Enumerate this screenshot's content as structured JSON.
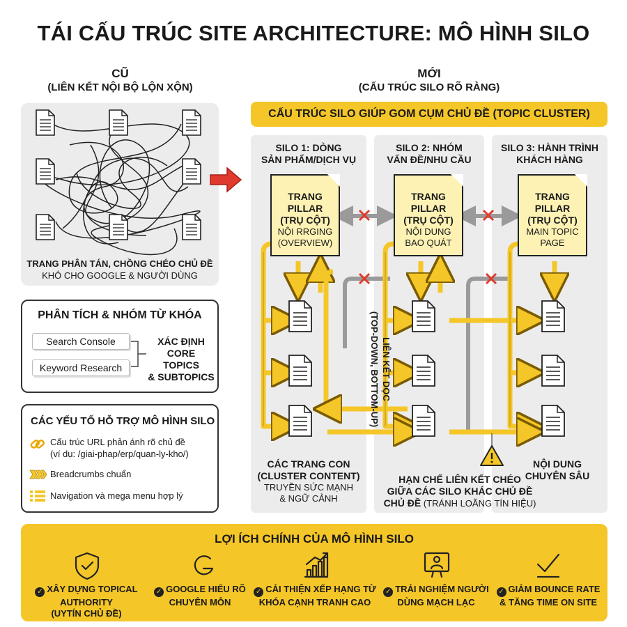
{
  "title": "TÁI CẤU TRÚC SITE ARCHITECTURE: MÔ HÌNH SILO",
  "old": {
    "heading": "CŨ",
    "subheading": "(LIÊN KẾT NỘI BỘ LỘN XỘN)",
    "caption_line1": "TRANG PHÂN TÁN, CHỒNG CHÉO CHỦ ĐỀ",
    "caption_line2": "KHÓ CHO GOOGLE & NGƯỜI DÙNG"
  },
  "keywords": {
    "heading": "PHÂN TÍCH & NHÓM TỪ KHÓA",
    "source1": "Search Console",
    "source2": "Keyword Research",
    "result_line1": "XÁC ĐỊNH",
    "result_line2": "CORE TOPICS",
    "result_line3": "& SUBTOPICS"
  },
  "support": {
    "heading": "CÁC YẾU TỐ HỖ TRỢ MÔ HÌNH SILO",
    "item1_line1": "Cấu trúc URL phản ánh rõ chủ đề",
    "item1_line2": "(ví dụ: /giai-phap/erp/quan-ly-kho/)",
    "item2": "Breadcrumbs chuẩn",
    "item3": "Navigation và mega menu hợp lý"
  },
  "new": {
    "heading": "MỚI",
    "subheading": "(CẤU TRÚC SILO RÕ RÀNG)",
    "banner": "CẤU TRÚC SILO GIÚP GOM CỤM CHỦ ĐỀ (TOPIC CLUSTER)"
  },
  "silos": [
    {
      "h1": "SILO 1: DÒNG",
      "h2": "SẢN PHẨM/DỊCH VỤ",
      "p1": "TRANG",
      "p2": "PILLAR",
      "p3": "(TRỤ CỘT)",
      "d1": "NỘI RRGING",
      "d2": "(OVERVIEW)"
    },
    {
      "h1": "SILO 2: NHÓM",
      "h2": "VẤN ĐỀ/NHU CẦU",
      "p1": "TRANG",
      "p2": "PILLAR",
      "p3": "(TRỤ CỘT)",
      "d1": "NỘI DUNG",
      "d2": "BAO QUÁT"
    },
    {
      "h1": "SILO 3: HÀNH TRÌNH",
      "h2": "KHÁCH HÀNG",
      "p1": "TRANG",
      "p2": "PILLAR",
      "p3": "(TRỤ CỘT)",
      "d1": "MAIN TOPIC",
      "d2": "PAGE"
    }
  ],
  "vertical_label_line1": "LIÊN KẾT DỌC",
  "vertical_label_line2": "(TOP-DOWN, BOTTOM-UP)",
  "cluster": {
    "l1": "CÁC TRANG CON",
    "l2": "(CLUSTER CONTENT)",
    "l3": "TRUYỀN SỨC MẠNH",
    "l4": "& NGỮ CẢNH"
  },
  "crosslink": {
    "l1": "HẠN CHẾ LIÊN KẾT CHÉO",
    "l2": "GIỮA CÁC SILO KHÁC CHỦ ĐỀ",
    "l3a": "CHỦ ĐỀ",
    "l3b": "(TRÁNH LOÃNG TÍN HIỆU)"
  },
  "deep": {
    "l1": "NỘI DUNG",
    "l2": "CHUYÊN SÂU"
  },
  "benefits": {
    "heading": "LỢI ÍCH CHÍNH CỦA MÔ HÌNH SILO",
    "items": [
      {
        "icon": "shield-check-icon",
        "l1": "XÂY DỰNG TOPICAL",
        "l2": "AUTHORITY",
        "l3": "(UYTÍN CHỦ ĐỀ)"
      },
      {
        "icon": "google-g-icon",
        "l1": "GOOGLE HIỂU RÕ",
        "l2": "CHUYÊN MÔN",
        "l3": ""
      },
      {
        "icon": "bar-chart-icon",
        "l1": "CẢI THIỆN XẾP HẠNG TỪ",
        "l2": "KHÓA CẠNH TRANH CAO",
        "l3": ""
      },
      {
        "icon": "user-screen-icon",
        "l1": "TRẢI NGHIỆM NGƯỜI",
        "l2": "DÙNG MẠCH LẠC",
        "l3": ""
      },
      {
        "icon": "checkmark-icon",
        "l1": "GIẢM BOUNCE RATE",
        "l2": "& TĂNG TIME ON SITE",
        "l3": ""
      }
    ]
  },
  "colors": {
    "accent": "#f5c628",
    "pale": "#fdf2b4",
    "grey": "#ececec",
    "red": "#e03a2f"
  }
}
